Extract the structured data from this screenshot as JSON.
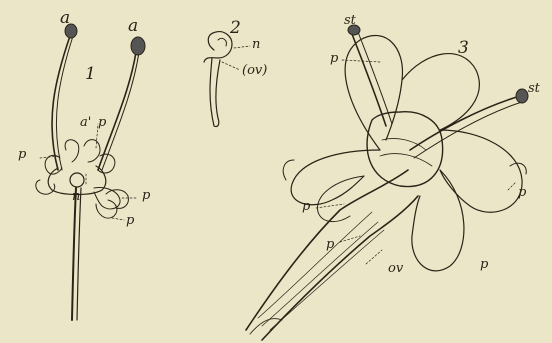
{
  "figure_numbers": [
    "1",
    "2",
    "3"
  ],
  "labels": {
    "fig1": {
      "a_left": "a",
      "a_right": "a",
      "a_prime": "a'",
      "p_inner": "p",
      "p_left": "p",
      "n": "n",
      "p_right": "p",
      "p_lower": "p"
    },
    "fig2": {
      "n": "n",
      "ov": "(ov)"
    },
    "fig3": {
      "st_top": "st",
      "st_right": "st",
      "p_top": "p",
      "p_left": "p",
      "p_mid": "p",
      "p_right": "p",
      "p_bottom": "p",
      "ov": "ov"
    }
  },
  "colors": {
    "paper": "#ece6c8",
    "ink": "#2a2418"
  }
}
